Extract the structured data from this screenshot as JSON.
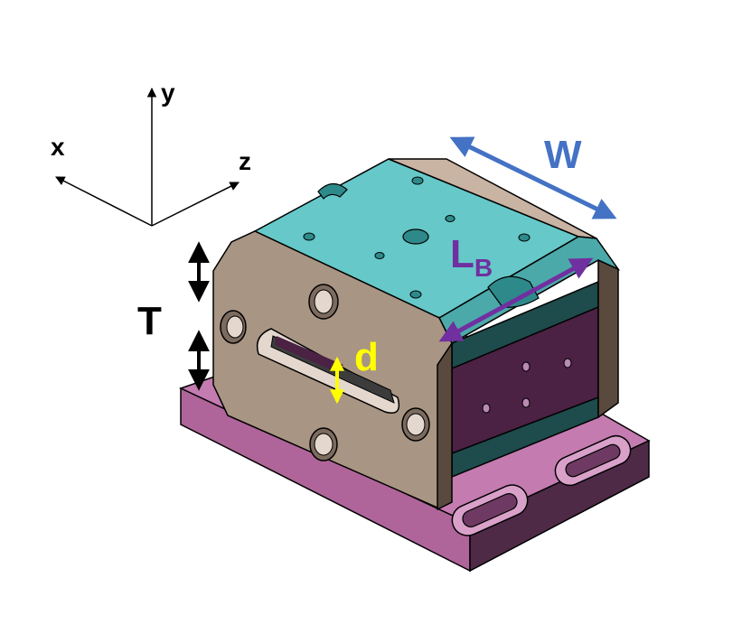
{
  "axes": {
    "x_label": "x",
    "y_label": "y",
    "z_label": "z"
  },
  "dimensions": {
    "thickness_label": "T",
    "gap_label": "d",
    "width_label": "W",
    "length_label_main": "L",
    "length_label_sub": "B"
  },
  "colors": {
    "width_arrow": "#4472C4",
    "length_arrow": "#7030A0",
    "gap_arrow": "#FFFF00",
    "thickness_arrow": "#000000",
    "top_face": "#66C8C8",
    "front_plate": "#A99584",
    "magnet_side": "#4B2144",
    "base_plate": "#C47BB0"
  }
}
